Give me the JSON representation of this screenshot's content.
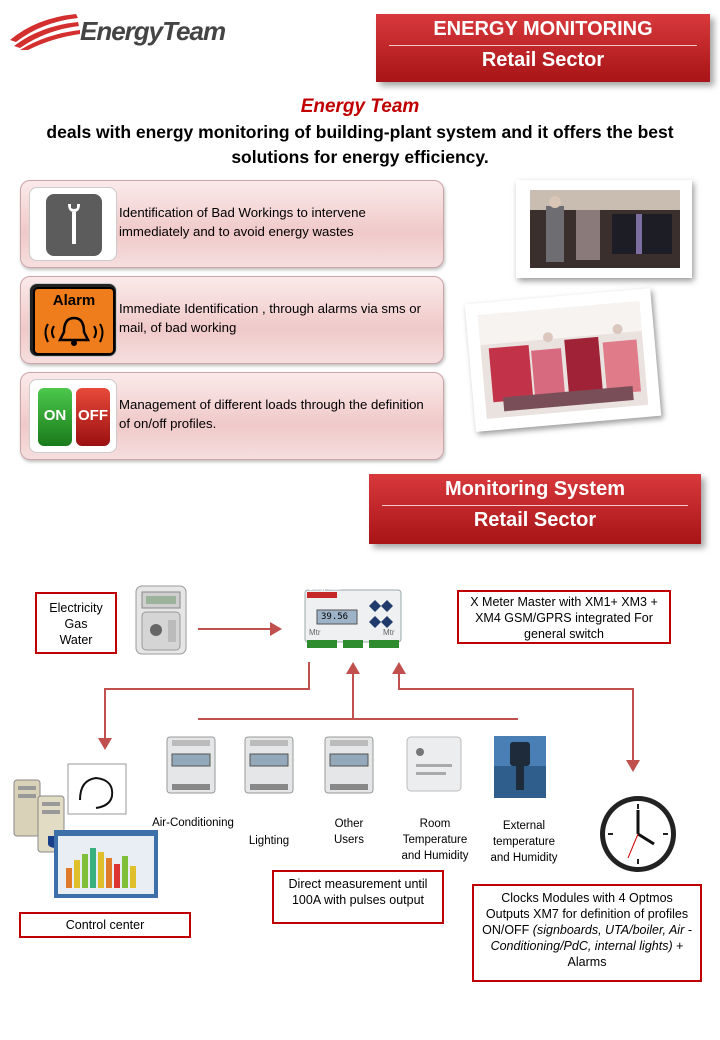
{
  "header": {
    "brand": "EnergyTeam",
    "title_line1": "ENERGY MONITORING",
    "title_line2": "Retail Sector"
  },
  "intro": {
    "brand": "Energy  Team",
    "text": "deals with energy monitoring  of building-plant  system and it offers the best solutions  for energy efficiency."
  },
  "features": [
    {
      "icon": "wrench-icon",
      "text": "Identification of Bad Workings to intervene immediately and  to avoid energy wastes"
    },
    {
      "icon": "alarm-bell-icon",
      "icon_label": "Alarm",
      "text": "Immediate Identification , through  alarms via sms or mail, of bad working"
    },
    {
      "icon": "on-off-icon",
      "on_label": "ON",
      "off_label": "OFF",
      "text": "Management of different loads  through the definition of  on/off profiles."
    }
  ],
  "section2": {
    "title_line1": "Monitoring System",
    "title_line2": "Retail Sector"
  },
  "diagram": {
    "sources": "Electricity\nGas\nWater",
    "master_desc": "X Meter Master with XM1+ XM3 + XM4 GSM/GPRS integrated For general switch",
    "meter_brand": "Energy Team",
    "meter_display": "39.56",
    "meter_label_left": "Mtr",
    "meter_label_right": "Mtr",
    "loads": [
      {
        "label": "Air-Conditioning"
      },
      {
        "label": "Lighting"
      },
      {
        "label": "Other\nUsers"
      },
      {
        "label": "Room\nTemperature\nand Humidity"
      },
      {
        "label": "External\ntemperature\nand Humidity"
      }
    ],
    "direct_measurement": "Direct measurement until 100A with pulses output",
    "control_center": "Control center",
    "clock_text_plain1": "Clocks Modules with 4 Optmos Outputs XM7 for definition of profiles ON/OFF ",
    "clock_text_italic": "(signboards, UTA/boiler, Air - Conditioning/PdC, internal lights)",
    "clock_text_plain2": " + Alarms"
  },
  "colors": {
    "accent_red": "#c00000",
    "header_red": "#c0272d"
  }
}
